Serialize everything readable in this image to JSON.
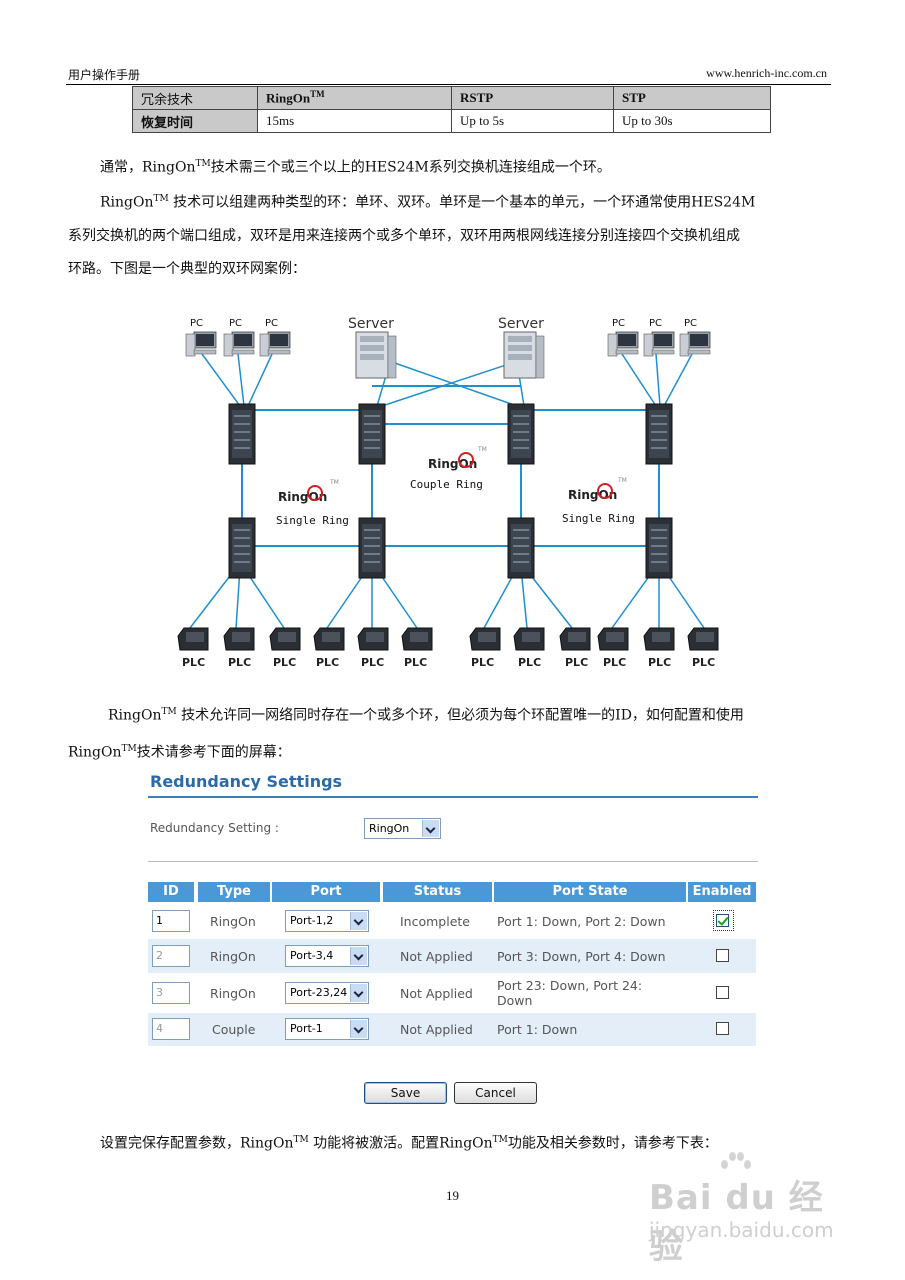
{
  "header": {
    "left": "用户操作手册",
    "right": "www.henrich-inc.com.cn"
  },
  "compare_table": {
    "rows": [
      [
        "冗余技术",
        "RingOn",
        "RSTP",
        "STP"
      ],
      [
        "恢复时间",
        "15ms",
        "Up to 5s",
        "Up to 30s"
      ]
    ],
    "tm": "TM"
  },
  "paragraphs": {
    "p1_a": "通常，RingOn",
    "p1_b": "技术需三个或三个以上的HES24M系列交换机连接组成一个环。",
    "p2_a": "RingOn",
    "p2_b": " 技术可以组建两种类型的环：单环、双环。单环是一个基本的单元，一个环通常使用HES24M",
    "p2_c": "系列交换机的两个端口组成，双环是用来连接两个或多个单环，双环用两根网线连接分别连接四个交换机组成",
    "p2_d": "环路。下图是一个典型的双环网案例：",
    "p3_a": "RingOn",
    "p3_b": " 技术允许同一网络同时存在一个或多个环，但必须为每个环配置唯一的ID，如何配置和使用",
    "p3_c": "RingOn",
    "p3_d": "技术请参考下面的屏幕：",
    "p4_a": "设置完保存配置参数，RingOn",
    "p4_b": " 功能将被激活。配置RingOn",
    "p4_c": "功能及相关参数时，请参考下表：",
    "tm": "TM"
  },
  "diagram": {
    "pc_label": "PC",
    "server_label": "Server",
    "plc_label": "PLC",
    "ringon_logo": "RingOn",
    "tm": "TM",
    "single_ring": "Single Ring",
    "couple_ring": "Couple Ring"
  },
  "redundancy": {
    "title": "Redundancy Settings",
    "setting_label": "Redundancy Setting :",
    "setting_value": "RingOn",
    "columns": [
      "ID",
      "Type",
      "Port",
      "Status",
      "Port State",
      "Enabled"
    ],
    "rows": [
      {
        "id": "1",
        "type": "RingOn",
        "port": "Port-1,2",
        "status": "Incomplete",
        "state": "Port 1: Down, Port 2: Down",
        "enabled": true
      },
      {
        "id": "2",
        "type": "RingOn",
        "port": "Port-3,4",
        "status": "Not Applied",
        "state": "Port 3: Down, Port 4: Down",
        "enabled": false
      },
      {
        "id": "3",
        "type": "RingOn",
        "port": "Port-23,24",
        "status": "Not Applied",
        "state": "Port 23: Down, Port 24: Down",
        "state_l1": "Port 23: Down, Port 24:",
        "state_l2": "Down",
        "enabled": false
      },
      {
        "id": "4",
        "type": "Couple",
        "port": "Port-1",
        "status": "Not Applied",
        "state": "Port 1: Down",
        "enabled": false
      }
    ],
    "save": "Save",
    "cancel": "Cancel"
  },
  "page_number": "19",
  "watermark": {
    "brand": "Bai du 经验",
    "url": "jingyan.baidu.com"
  }
}
